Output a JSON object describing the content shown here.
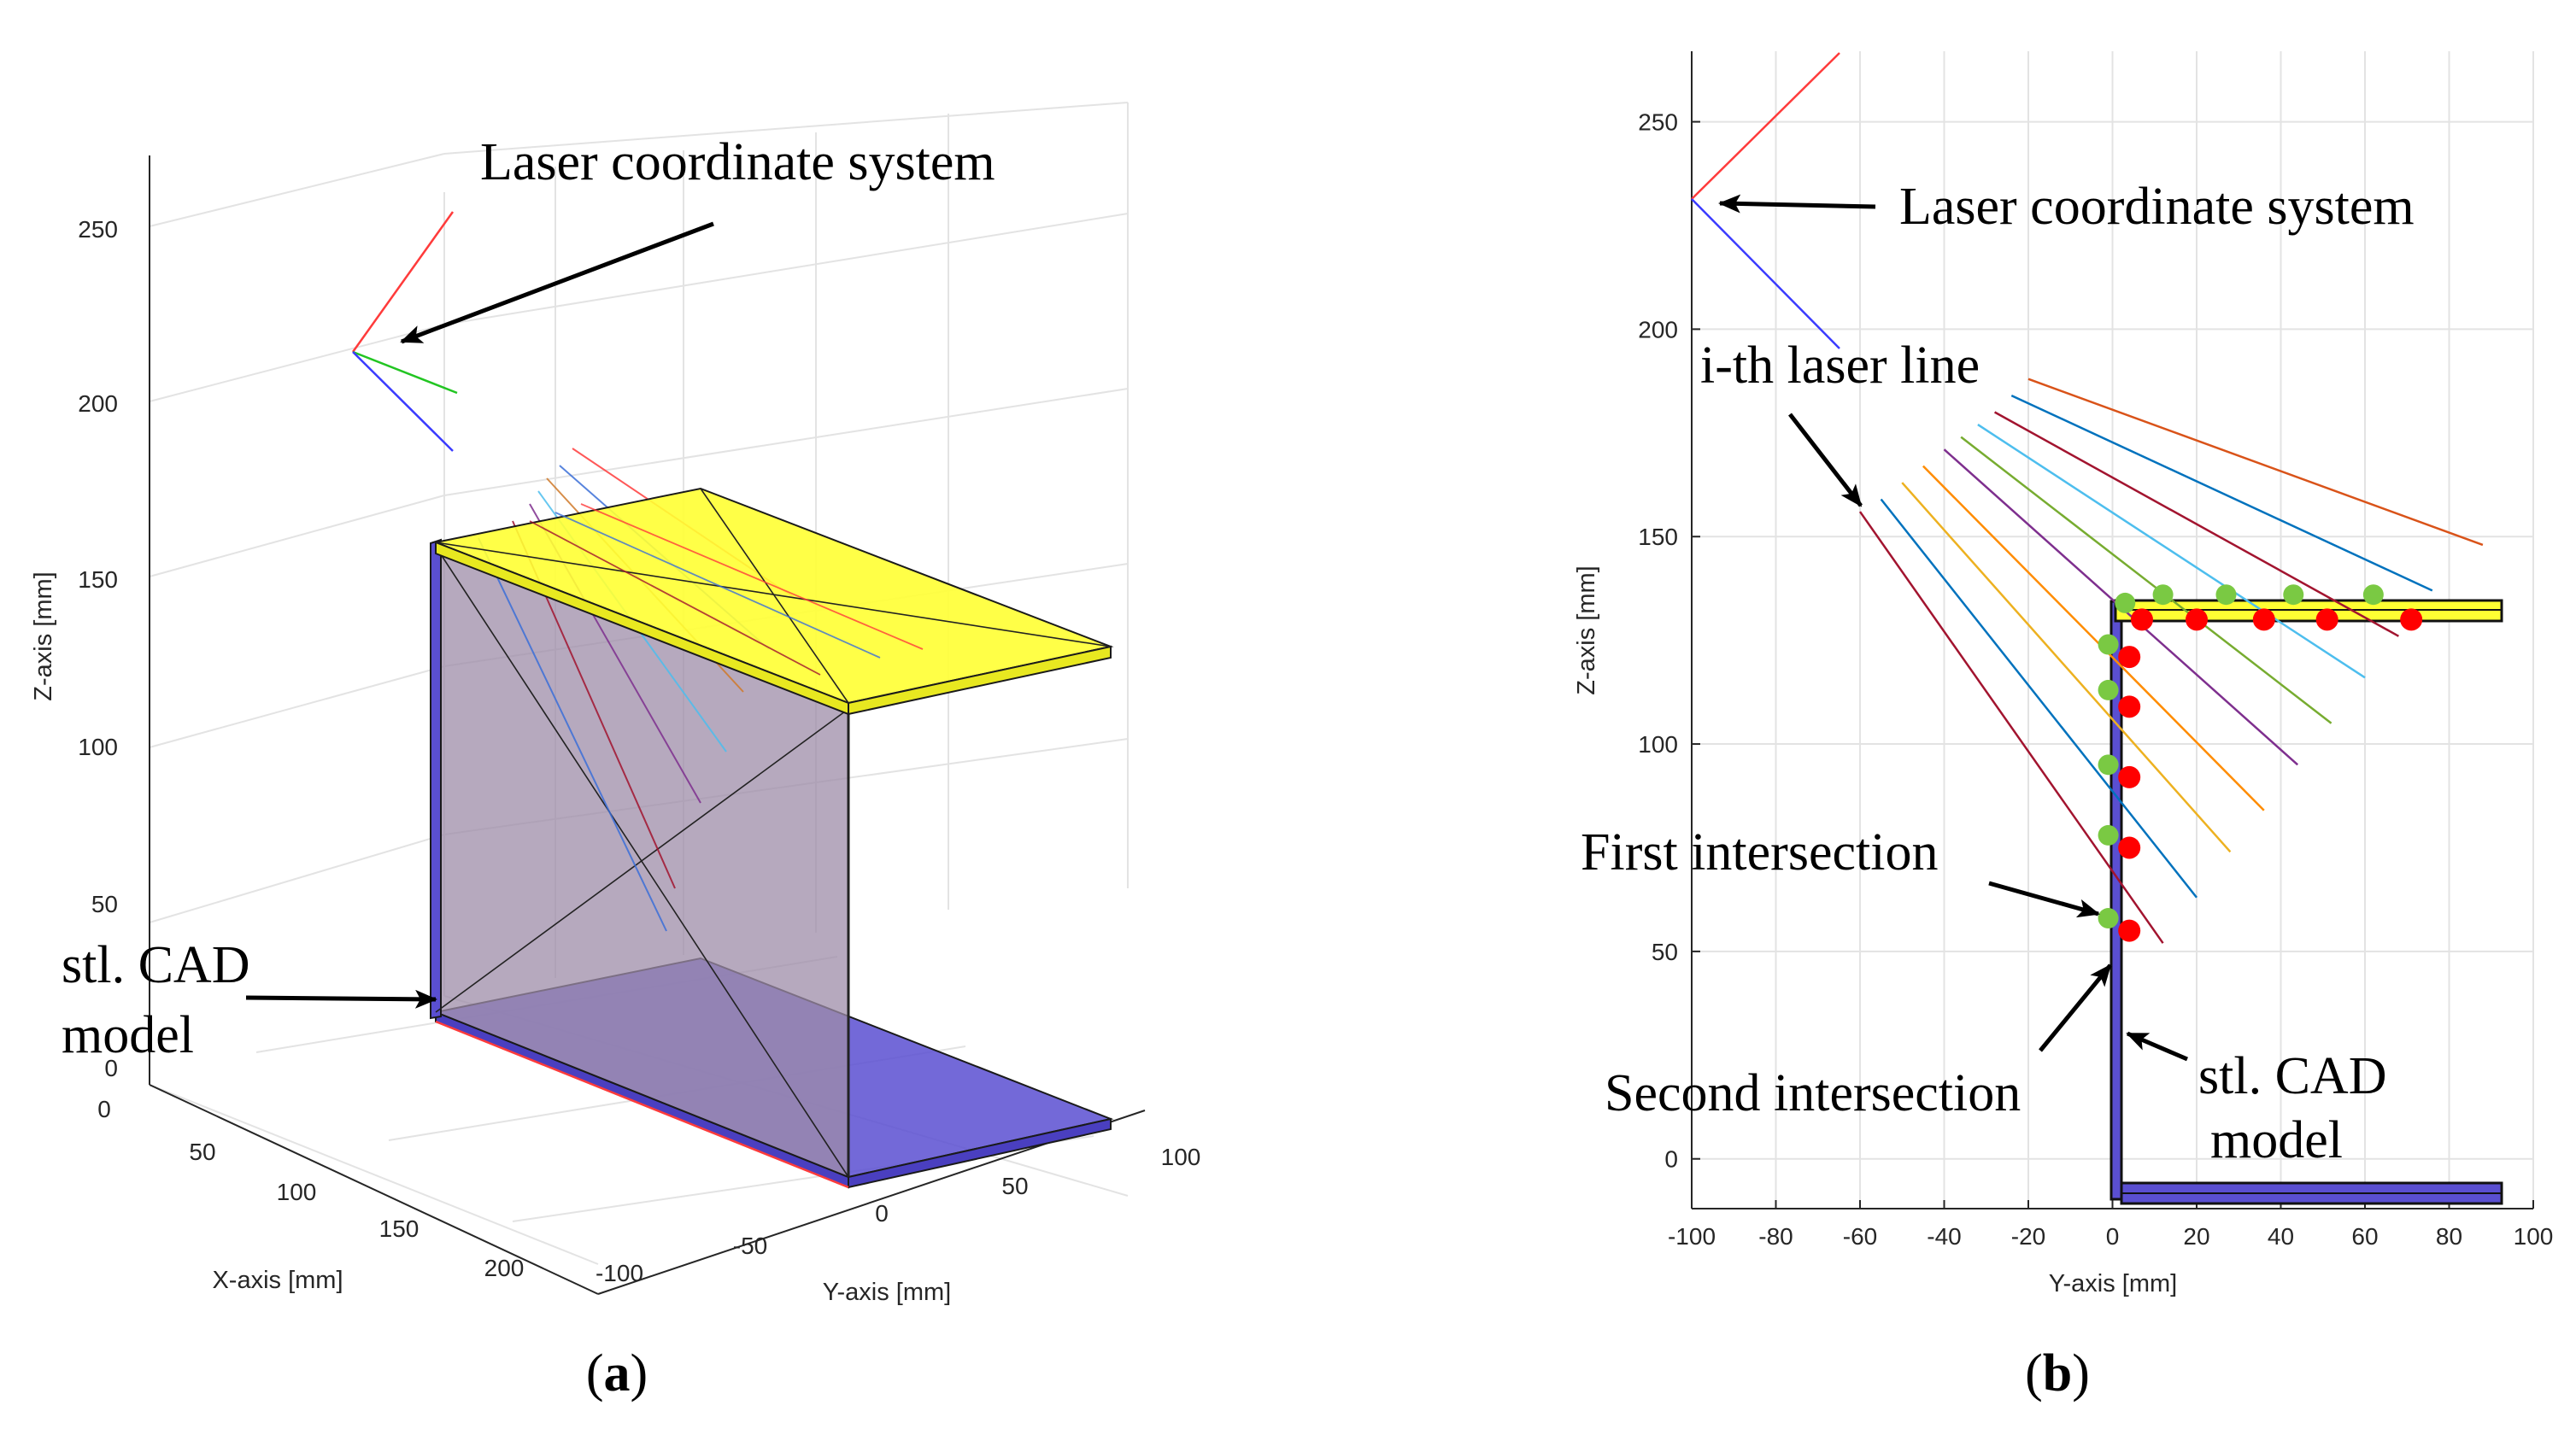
{
  "chart_data": [
    {
      "panel": "a",
      "type": "3d-plot",
      "caption_open": "(",
      "caption_letter": "a",
      "caption_close": ")",
      "xlabel": "X-axis [mm]",
      "ylabel": "Y-axis [mm]",
      "zlabel": "Z-axis [mm]",
      "z_ticks": [
        "0",
        "50",
        "100",
        "150",
        "200",
        "250"
      ],
      "x_ticks": [
        "0",
        "50",
        "100",
        "150",
        "200"
      ],
      "y_ticks": [
        "-100",
        "-50",
        "0",
        "50",
        "100"
      ],
      "grid": true,
      "annotations": {
        "laser_cs": "Laser coordinate system",
        "cad_line1": "stl. CAD",
        "cad_line2": "model"
      },
      "colors": {
        "top_flange": "#ffff33",
        "web": "#b3a3be",
        "bottom_flange": "#5a4fd1"
      }
    },
    {
      "panel": "b",
      "type": "line",
      "caption_open": "(",
      "caption_letter": "b",
      "caption_close": ")",
      "xlabel": "Y-axis [mm]",
      "ylabel": "Z-axis [mm]",
      "x_ticks": [
        "-100",
        "-80",
        "-60",
        "-40",
        "-20",
        "0",
        "20",
        "40",
        "60",
        "80",
        "100"
      ],
      "y_ticks": [
        "0",
        "50",
        "100",
        "150",
        "200",
        "250"
      ],
      "xlim": [
        -100,
        100
      ],
      "ylim": [
        -12,
        267
      ],
      "grid": true,
      "laser_origin": [
        -100,
        230
      ],
      "laser_lines": [
        {
          "x": [
            -60,
            12
          ],
          "y": [
            156,
            52
          ],
          "color": "#a2142f"
        },
        {
          "x": [
            -55,
            20
          ],
          "y": [
            159,
            63
          ],
          "color": "#0072bd"
        },
        {
          "x": [
            -50,
            28
          ],
          "y": [
            163,
            74
          ],
          "color": "#edb120"
        },
        {
          "x": [
            -45,
            36
          ],
          "y": [
            167,
            84
          ],
          "color": "#ff8c00"
        },
        {
          "x": [
            -40,
            44
          ],
          "y": [
            171,
            95
          ],
          "color": "#7e2f8e"
        },
        {
          "x": [
            -36,
            52
          ],
          "y": [
            174,
            105
          ],
          "color": "#77ac30"
        },
        {
          "x": [
            -32,
            60
          ],
          "y": [
            177,
            116
          ],
          "color": "#4dbeee"
        },
        {
          "x": [
            -28,
            68
          ],
          "y": [
            180,
            126
          ],
          "color": "#a2142f"
        },
        {
          "x": [
            -24,
            76
          ],
          "y": [
            184,
            137
          ],
          "color": "#0072bd"
        },
        {
          "x": [
            -20,
            88
          ],
          "y": [
            188,
            148
          ],
          "color": "#d95319"
        }
      ],
      "first_intersections": {
        "x": [
          -1,
          -1,
          -1,
          -1,
          -1,
          3,
          12,
          27,
          43,
          62
        ],
        "y": [
          58,
          78,
          95,
          113,
          124,
          134,
          136,
          136,
          136,
          136
        ]
      },
      "second_intersections": {
        "x": [
          4,
          4,
          4,
          4,
          4,
          7,
          20,
          36,
          51,
          71
        ],
        "y": [
          55,
          75,
          92,
          109,
          121,
          130,
          130,
          130,
          130,
          130
        ]
      },
      "annotations": {
        "laser_cs": "Laser coordinate system",
        "ith_line": "i-th laser line",
        "first_int": "First intersection",
        "second_int": "Second intersection",
        "cad_line1": "stl. CAD",
        "cad_line2": "model"
      },
      "colors": {
        "first_points": "#7ac943",
        "second_points": "#ff0000",
        "cad": "#ffff33",
        "bottom_flange": "#5a4fd1"
      }
    }
  ]
}
